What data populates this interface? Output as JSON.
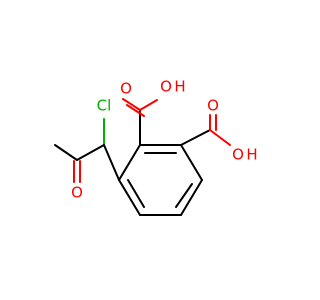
{
  "molecule": {
    "atoms": {
      "cl": {
        "label": "Cl",
        "color": "#00b000"
      },
      "ketone_o": {
        "label": "O",
        "color": "#ff0000"
      },
      "acid1_oh": {
        "label": "O",
        "h": "H",
        "color": "#ff0000"
      },
      "acid1_o": {
        "label": "O",
        "color": "#ff0000"
      },
      "acid2_oh": {
        "label": "O",
        "h": "H",
        "color": "#ff0000"
      },
      "acid2_o": {
        "label": "O",
        "color": "#ff0000"
      }
    }
  },
  "colors": {
    "bond": "#000000",
    "oxygen": "#ff0000",
    "chlorine": "#00b000",
    "background": "#ffffff"
  }
}
